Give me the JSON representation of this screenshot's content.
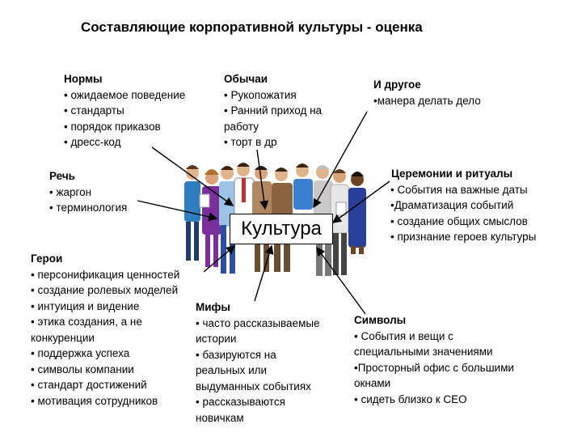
{
  "title": "Составляющие корпоративной культуры - оценка",
  "center_label": "Культура",
  "blocks": {
    "norms": {
      "heading": "Нормы",
      "items": [
        "• ожидаемое поведение",
        "• стандарты",
        "• порядок приказов",
        "• дресс-код"
      ]
    },
    "customs": {
      "heading": "Обычаи",
      "items": [
        "• Рукопожатия",
        "• Ранний приход на",
        "работу",
        "• торт в др"
      ]
    },
    "other": {
      "heading": "И другое",
      "items": [
        "•манера делать дело"
      ]
    },
    "speech": {
      "heading": "Речь",
      "items": [
        "• жаргон",
        "• терминология"
      ]
    },
    "ceremonies": {
      "heading": "Церемонии и ритуалы",
      "items": [
        "• События на важные даты",
        "•Драматизация событий",
        "• создание общих смыслов",
        "• признание героев культуры"
      ]
    },
    "heroes": {
      "heading": "Герои",
      "items": [
        "• персонификация ценностей",
        "• создание ролевых моделей",
        "• интуиция и видение",
        "• этика создания, а не",
        "конкуренции",
        "• поддержка успеха",
        "• символы компании",
        "• стандарт достижений",
        "• мотивация сотрудников"
      ]
    },
    "myths": {
      "heading": "Мифы",
      "items": [
        "• часто рассказываемые",
        "истории",
        "• базируются на",
        "реальных или",
        "выдуманных событиях",
        "• рассказываются",
        "новичкам"
      ]
    },
    "symbols": {
      "heading": "Символы",
      "items": [
        "• События и вещи с",
        "специальными значениями",
        "•Просторный офис с большими",
        "окнами",
        "• сидеть близко к CEO"
      ]
    }
  }
}
